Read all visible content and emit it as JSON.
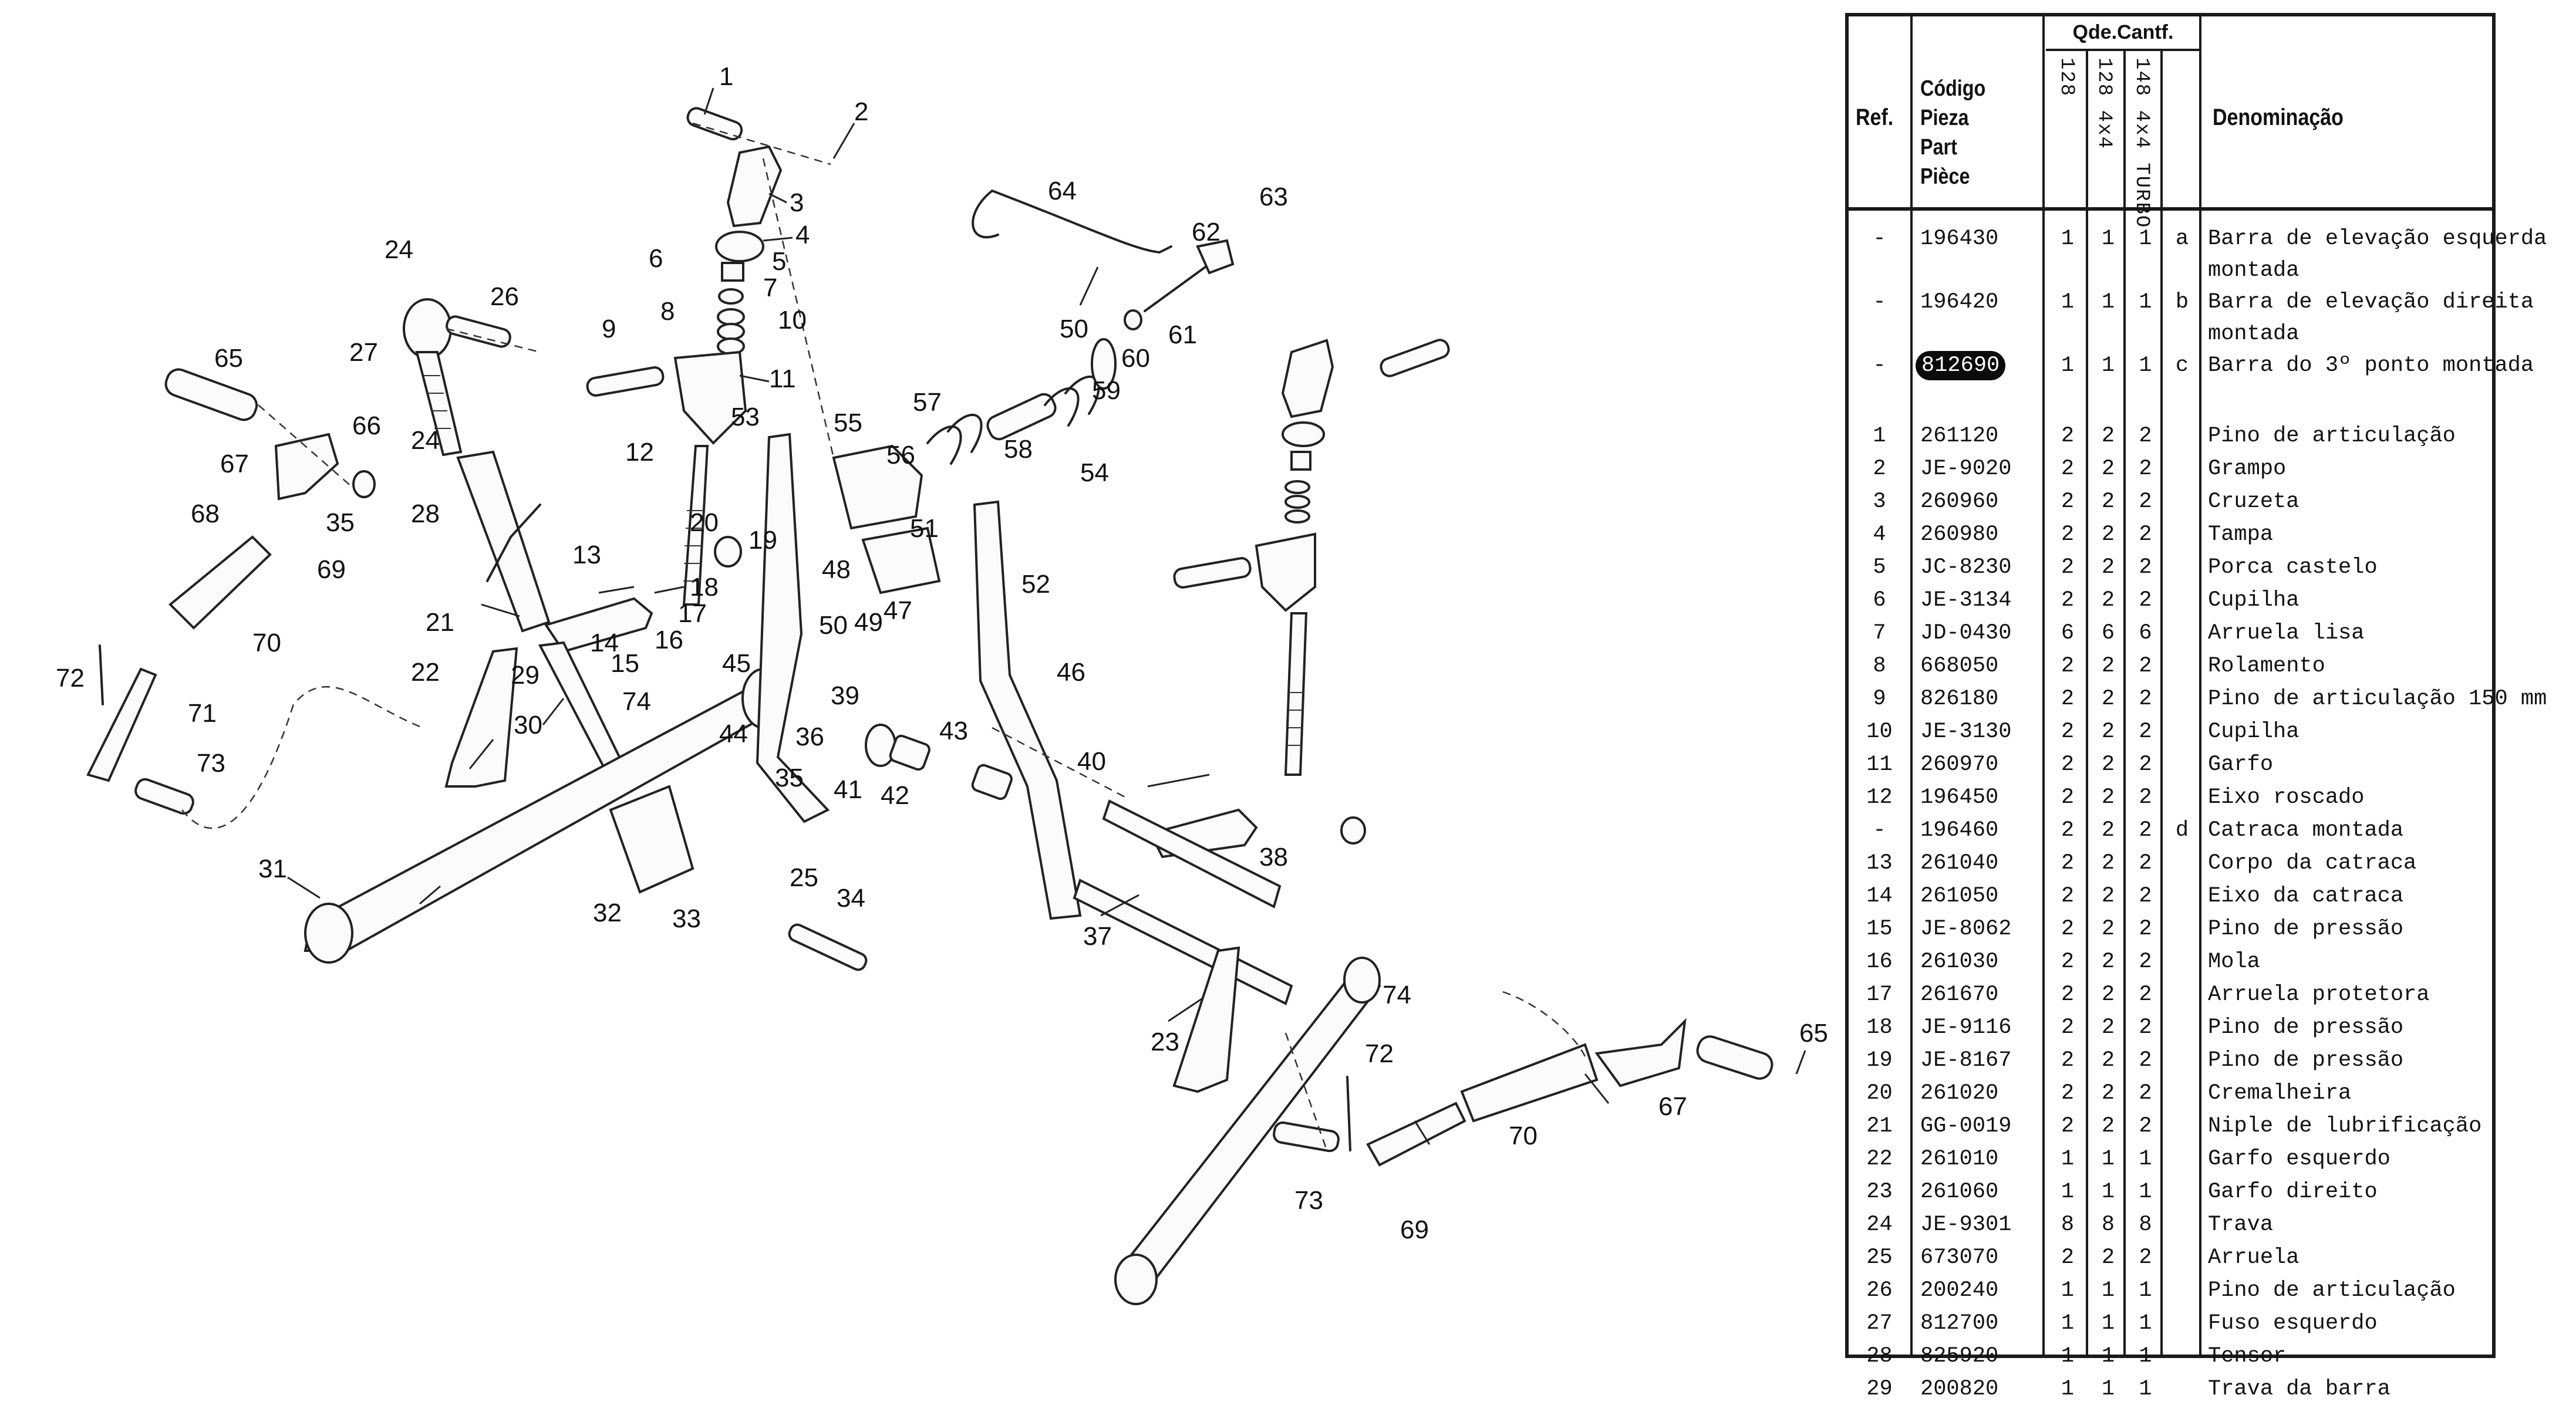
{
  "diagram": {
    "title": "Exploded view - three-point hitch / lift linkage",
    "callouts": [
      {
        "id": "c1",
        "label": "1"
      },
      {
        "id": "c2",
        "label": "2"
      },
      {
        "id": "c3",
        "label": "3"
      },
      {
        "id": "c4",
        "label": "4"
      },
      {
        "id": "c5",
        "label": "5"
      },
      {
        "id": "c6",
        "label": "6"
      },
      {
        "id": "c7",
        "label": "7"
      },
      {
        "id": "c8",
        "label": "8"
      },
      {
        "id": "c9",
        "label": "9"
      },
      {
        "id": "c10",
        "label": "10"
      },
      {
        "id": "c11",
        "label": "11"
      },
      {
        "id": "c12",
        "label": "12"
      },
      {
        "id": "c13",
        "label": "13"
      },
      {
        "id": "c14",
        "label": "14"
      },
      {
        "id": "c15",
        "label": "15"
      },
      {
        "id": "c16",
        "label": "16"
      },
      {
        "id": "c17",
        "label": "17"
      },
      {
        "id": "c18",
        "label": "18"
      },
      {
        "id": "c19",
        "label": "19"
      },
      {
        "id": "c20",
        "label": "20"
      },
      {
        "id": "c21",
        "label": "21"
      },
      {
        "id": "c22",
        "label": "22"
      },
      {
        "id": "c23",
        "label": "23"
      },
      {
        "id": "c24",
        "label": "24"
      },
      {
        "id": "c25",
        "label": "25"
      },
      {
        "id": "c26",
        "label": "26"
      },
      {
        "id": "c27",
        "label": "27"
      },
      {
        "id": "c28",
        "label": "28"
      },
      {
        "id": "c29",
        "label": "29"
      },
      {
        "id": "c30",
        "label": "30"
      },
      {
        "id": "c31",
        "label": "31"
      },
      {
        "id": "c32",
        "label": "32"
      },
      {
        "id": "c33",
        "label": "33"
      },
      {
        "id": "c34",
        "label": "34"
      },
      {
        "id": "c35",
        "label": "35"
      },
      {
        "id": "c36",
        "label": "36"
      },
      {
        "id": "c37",
        "label": "37"
      },
      {
        "id": "c38",
        "label": "38"
      },
      {
        "id": "c39",
        "label": "39"
      },
      {
        "id": "c40",
        "label": "40"
      },
      {
        "id": "c41",
        "label": "41"
      },
      {
        "id": "c42",
        "label": "42"
      },
      {
        "id": "c43",
        "label": "43"
      },
      {
        "id": "c44",
        "label": "44"
      },
      {
        "id": "c45",
        "label": "45"
      },
      {
        "id": "c46",
        "label": "46"
      },
      {
        "id": "c47",
        "label": "47"
      },
      {
        "id": "c48",
        "label": "48"
      },
      {
        "id": "c49",
        "label": "49"
      },
      {
        "id": "c50",
        "label": "50"
      },
      {
        "id": "c51",
        "label": "51"
      },
      {
        "id": "c52",
        "label": "52"
      },
      {
        "id": "c53",
        "label": "53"
      },
      {
        "id": "c54",
        "label": "54"
      },
      {
        "id": "c55",
        "label": "55"
      },
      {
        "id": "c56",
        "label": "56"
      },
      {
        "id": "c57",
        "label": "57"
      },
      {
        "id": "c58",
        "label": "58"
      },
      {
        "id": "c59",
        "label": "59"
      },
      {
        "id": "c60",
        "label": "60"
      },
      {
        "id": "c61",
        "label": "61"
      },
      {
        "id": "c62",
        "label": "62"
      },
      {
        "id": "c63",
        "label": "63"
      },
      {
        "id": "c64",
        "label": "64"
      },
      {
        "id": "c65",
        "label": "65"
      },
      {
        "id": "c66",
        "label": "66"
      },
      {
        "id": "c67",
        "label": "67"
      },
      {
        "id": "c68",
        "label": "68"
      },
      {
        "id": "c69",
        "label": "69"
      },
      {
        "id": "c70",
        "label": "70"
      },
      {
        "id": "c71",
        "label": "71"
      },
      {
        "id": "c72",
        "label": "72"
      },
      {
        "id": "c73",
        "label": "73"
      },
      {
        "id": "c74",
        "label": "74"
      }
    ]
  },
  "table": {
    "headers": {
      "ref": "Ref.",
      "code_lines": [
        "Código",
        "Pieza",
        "Part",
        "Pièce"
      ],
      "qty_group": "Qde.Cantf.",
      "models": [
        "128",
        "128  4x4",
        "148 4x4 TURBO"
      ],
      "description": "Denominação"
    },
    "rows": [
      {
        "ref": "-",
        "code": "196430",
        "q": [
          "1",
          "1",
          "1"
        ],
        "note": "a",
        "desc": "Barra de elevação esquerda",
        "desc2": "montada",
        "highlight": false
      },
      {
        "ref": "-",
        "code": "196420",
        "q": [
          "1",
          "1",
          "1"
        ],
        "note": "b",
        "desc": "Barra de elevação direita",
        "desc2": "montada",
        "highlight": false
      },
      {
        "ref": "-",
        "code": "812690",
        "q": [
          "1",
          "1",
          "1"
        ],
        "note": "c",
        "desc": "Barra do 3º ponto montada",
        "desc2": "",
        "highlight": true
      },
      {
        "ref": "1",
        "code": "261120",
        "q": [
          "2",
          "2",
          "2"
        ],
        "note": "",
        "desc": "Pino de articulação"
      },
      {
        "ref": "2",
        "code": "JE-9020",
        "q": [
          "2",
          "2",
          "2"
        ],
        "note": "",
        "desc": "Grampo"
      },
      {
        "ref": "3",
        "code": "260960",
        "q": [
          "2",
          "2",
          "2"
        ],
        "note": "",
        "desc": "Cruzeta"
      },
      {
        "ref": "4",
        "code": "260980",
        "q": [
          "2",
          "2",
          "2"
        ],
        "note": "",
        "desc": "Tampa"
      },
      {
        "ref": "5",
        "code": "JC-8230",
        "q": [
          "2",
          "2",
          "2"
        ],
        "note": "",
        "desc": "Porca castelo"
      },
      {
        "ref": "6",
        "code": "JE-3134",
        "q": [
          "2",
          "2",
          "2"
        ],
        "note": "",
        "desc": "Cupilha"
      },
      {
        "ref": "7",
        "code": "JD-0430",
        "q": [
          "6",
          "6",
          "6"
        ],
        "note": "",
        "desc": "Arruela lisa"
      },
      {
        "ref": "8",
        "code": "668050",
        "q": [
          "2",
          "2",
          "2"
        ],
        "note": "",
        "desc": "Rolamento"
      },
      {
        "ref": "9",
        "code": "826180",
        "q": [
          "2",
          "2",
          "2"
        ],
        "note": "",
        "desc": "Pino de articulação 150 mm"
      },
      {
        "ref": "10",
        "code": "JE-3130",
        "q": [
          "2",
          "2",
          "2"
        ],
        "note": "",
        "desc": "Cupilha"
      },
      {
        "ref": "11",
        "code": "260970",
        "q": [
          "2",
          "2",
          "2"
        ],
        "note": "",
        "desc": "Garfo"
      },
      {
        "ref": "12",
        "code": "196450",
        "q": [
          "2",
          "2",
          "2"
        ],
        "note": "",
        "desc": "Eixo roscado"
      },
      {
        "ref": "-",
        "code": "196460",
        "q": [
          "2",
          "2",
          "2"
        ],
        "note": "d",
        "desc": "Catraca montada"
      },
      {
        "ref": "13",
        "code": "261040",
        "q": [
          "2",
          "2",
          "2"
        ],
        "note": "",
        "desc": "Corpo da catraca"
      },
      {
        "ref": "14",
        "code": "261050",
        "q": [
          "2",
          "2",
          "2"
        ],
        "note": "",
        "desc": "Eixo da catraca"
      },
      {
        "ref": "15",
        "code": "JE-8062",
        "q": [
          "2",
          "2",
          "2"
        ],
        "note": "",
        "desc": "Pino de pressão"
      },
      {
        "ref": "16",
        "code": "261030",
        "q": [
          "2",
          "2",
          "2"
        ],
        "note": "",
        "desc": "Mola"
      },
      {
        "ref": "17",
        "code": "261670",
        "q": [
          "2",
          "2",
          "2"
        ],
        "note": "",
        "desc": "Arruela protetora"
      },
      {
        "ref": "18",
        "code": "JE-9116",
        "q": [
          "2",
          "2",
          "2"
        ],
        "note": "",
        "desc": "Pino de pressão"
      },
      {
        "ref": "19",
        "code": "JE-8167",
        "q": [
          "2",
          "2",
          "2"
        ],
        "note": "",
        "desc": "Pino de pressão"
      },
      {
        "ref": "20",
        "code": "261020",
        "q": [
          "2",
          "2",
          "2"
        ],
        "note": "",
        "desc": "Cremalheira"
      },
      {
        "ref": "21",
        "code": "GG-0019",
        "q": [
          "2",
          "2",
          "2"
        ],
        "note": "",
        "desc": "Niple de lubrificação"
      },
      {
        "ref": "22",
        "code": "261010",
        "q": [
          "1",
          "1",
          "1"
        ],
        "note": "",
        "desc": "Garfo esquerdo"
      },
      {
        "ref": "23",
        "code": "261060",
        "q": [
          "1",
          "1",
          "1"
        ],
        "note": "",
        "desc": "Garfo direito"
      },
      {
        "ref": "24",
        "code": "JE-9301",
        "q": [
          "8",
          "8",
          "8"
        ],
        "note": "",
        "desc": "Trava"
      },
      {
        "ref": "25",
        "code": "673070",
        "q": [
          "2",
          "2",
          "2"
        ],
        "note": "",
        "desc": "Arruela"
      },
      {
        "ref": "26",
        "code": "200240",
        "q": [
          "1",
          "1",
          "1"
        ],
        "note": "",
        "desc": "Pino de articulação"
      },
      {
        "ref": "27",
        "code": "812700",
        "q": [
          "1",
          "1",
          "1"
        ],
        "note": "",
        "desc": "Fuso esquerdo"
      },
      {
        "ref": "28",
        "code": "825920",
        "q": [
          "1",
          "1",
          "1"
        ],
        "note": "",
        "desc": "Tensor"
      },
      {
        "ref": "29",
        "code": "200820",
        "q": [
          "1",
          "1",
          "1"
        ],
        "note": "",
        "desc": "Trava da barra"
      }
    ]
  }
}
